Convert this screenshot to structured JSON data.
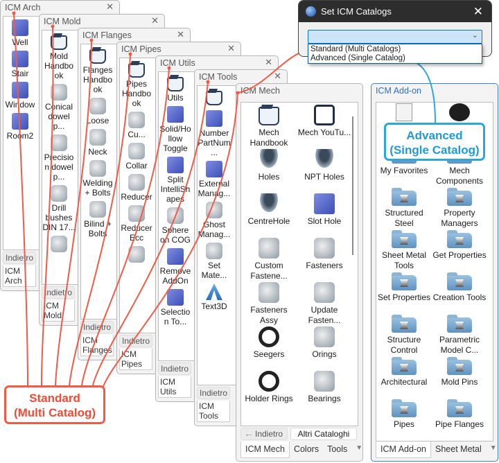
{
  "back_label": "Indietro",
  "more_label": "Altri Cataloghi",
  "panels": [
    {
      "id": "arch",
      "title": "ICM Arch",
      "tabs": [
        "ICM Arch"
      ],
      "items": [
        {
          "label": "Well",
          "icon": "blue"
        },
        {
          "label": "",
          "icon": ""
        },
        {
          "label": "Stair",
          "icon": "blue"
        },
        {
          "label": "",
          "icon": ""
        },
        {
          "label": "Window",
          "icon": "blue"
        },
        {
          "label": "",
          "icon": ""
        },
        {
          "label": "Room2",
          "icon": "blue"
        }
      ]
    },
    {
      "id": "mold",
      "title": "ICM Mold",
      "tabs": [
        "ICM Mold"
      ],
      "items": [
        {
          "label": "Mold Handbook",
          "icon": "hb"
        },
        {
          "label": "",
          "icon": ""
        },
        {
          "label": "Conical dowel p...",
          "icon": "part"
        },
        {
          "label": "",
          "icon": ""
        },
        {
          "label": "Precision dowel p...",
          "icon": "part"
        },
        {
          "label": "",
          "icon": ""
        },
        {
          "label": "Drill bushes DIN 17...",
          "icon": "part"
        },
        {
          "label": "",
          "icon": ""
        },
        {
          "label": "",
          "icon": "part"
        }
      ]
    },
    {
      "id": "flanges",
      "title": "ICM Flanges",
      "tabs": [
        "ICM Flanges"
      ],
      "items": [
        {
          "label": "Flanges Handbook",
          "icon": "hb"
        },
        {
          "label": "",
          "icon": ""
        },
        {
          "label": "Loose",
          "icon": "part"
        },
        {
          "label": "",
          "icon": ""
        },
        {
          "label": "Neck",
          "icon": "part"
        },
        {
          "label": "",
          "icon": ""
        },
        {
          "label": "Welding + Bolts",
          "icon": "part"
        },
        {
          "label": "",
          "icon": ""
        },
        {
          "label": "Bilind + Bolts",
          "icon": "part"
        }
      ]
    },
    {
      "id": "pipes",
      "title": "ICM Pipes",
      "tabs": [
        "ICM Pipes"
      ],
      "items": [
        {
          "label": "Pipes Handbook",
          "icon": "hb"
        },
        {
          "label": "",
          "icon": ""
        },
        {
          "label": "Cu...",
          "icon": "part"
        },
        {
          "label": "",
          "icon": ""
        },
        {
          "label": "Collar",
          "icon": "part"
        },
        {
          "label": "",
          "icon": ""
        },
        {
          "label": "Reducer",
          "icon": "part"
        },
        {
          "label": "",
          "icon": ""
        },
        {
          "label": "Reducer Ecc",
          "icon": "part"
        },
        {
          "label": "",
          "icon": ""
        },
        {
          "label": "",
          "icon": "part"
        }
      ]
    },
    {
      "id": "utils",
      "title": "ICM Utils",
      "tabs": [
        "ICM Utils"
      ],
      "items": [
        {
          "label": "Utils",
          "icon": "hb"
        },
        {
          "label": "",
          "icon": ""
        },
        {
          "label": "Solid/Hollow Toggle",
          "icon": "blue"
        },
        {
          "label": "",
          "icon": ""
        },
        {
          "label": "Split IntelliShapes",
          "icon": "blue"
        },
        {
          "label": "",
          "icon": ""
        },
        {
          "label": "Sphere on COG",
          "icon": "part"
        },
        {
          "label": "",
          "icon": ""
        },
        {
          "label": "Remove AddOn",
          "icon": "blue"
        },
        {
          "label": "",
          "icon": ""
        },
        {
          "label": "Selection To...",
          "icon": "blue"
        }
      ]
    },
    {
      "id": "tools",
      "title": "ICM Tools",
      "tabs": [
        "ICM Tools"
      ],
      "items": [
        {
          "label": "",
          "icon": "hb"
        },
        {
          "label": "",
          "icon": ""
        },
        {
          "label": "Number PartNum...",
          "icon": "blue"
        },
        {
          "label": "",
          "icon": ""
        },
        {
          "label": "External Manag...",
          "icon": "blue"
        },
        {
          "label": "",
          "icon": ""
        },
        {
          "label": "Ghost Manag...",
          "icon": "part"
        },
        {
          "label": "",
          "icon": ""
        },
        {
          "label": "Set Mate...",
          "icon": "part"
        },
        {
          "label": "",
          "icon": ""
        },
        {
          "label": "Text3D",
          "icon": "letter"
        }
      ]
    },
    {
      "id": "mech",
      "title": "ICM Mech",
      "tabs": [
        "ICM Mech",
        "Colors",
        "Tools"
      ],
      "items": [
        {
          "label": "Mech Handbook",
          "icon": "hb"
        },
        {
          "label": "Mech YouTu...",
          "icon": "yt"
        },
        {
          "label": "Holes",
          "icon": "hole"
        },
        {
          "label": "NPT Holes",
          "icon": "hole"
        },
        {
          "label": "CentreHole",
          "icon": "hole"
        },
        {
          "label": "Slot Hole",
          "icon": "blue"
        },
        {
          "label": "Custom Fastene...",
          "icon": "part"
        },
        {
          "label": "Fasteners",
          "icon": "part"
        },
        {
          "label": "Fasteners Assy",
          "icon": "part"
        },
        {
          "label": "Update Fasten...",
          "icon": "part"
        },
        {
          "label": "Seegers",
          "icon": "ring"
        },
        {
          "label": "Orings",
          "icon": "part"
        },
        {
          "label": "Holder Rings",
          "icon": "ring"
        },
        {
          "label": "Bearings",
          "icon": "part"
        }
      ]
    },
    {
      "id": "addon",
      "title": "ICM Add-on",
      "tabs": [
        "ICM Add-on",
        "Sheet Metal"
      ],
      "items": [
        {
          "label": "",
          "icon": "doc"
        },
        {
          "label": "",
          "icon": "www"
        },
        {
          "label": "My Favorites",
          "icon": "folder"
        },
        {
          "label": "Mech Components",
          "icon": "folder"
        },
        {
          "label": "Structured Steel",
          "icon": "folder"
        },
        {
          "label": "Property Managers",
          "icon": "folder"
        },
        {
          "label": "Sheet Metal Tools",
          "icon": "folder"
        },
        {
          "label": "Get Properties",
          "icon": "folder"
        },
        {
          "label": "Set Properties",
          "icon": "folder"
        },
        {
          "label": "Creation Tools",
          "icon": "folder"
        },
        {
          "label": "Structure Control",
          "icon": "folder"
        },
        {
          "label": "Parametric Model C...",
          "icon": "folder"
        },
        {
          "label": "Architectural",
          "icon": "folder"
        },
        {
          "label": "Mold Pins",
          "icon": "folder"
        },
        {
          "label": "Pipes",
          "icon": "folder"
        },
        {
          "label": "Pipe Flanges",
          "icon": "folder"
        }
      ]
    }
  ],
  "dialog": {
    "title": "Set ICM Catalogs",
    "close": "✕",
    "combo_value": "",
    "options": [
      "Standard (Multi Catalogs)",
      "Advanced (Single Catalog)"
    ]
  },
  "callouts": {
    "standard": [
      "Standard",
      "(Multi Catalog)"
    ],
    "advanced": [
      "Advanced",
      "(Single Catalog)"
    ]
  },
  "colors": {
    "standard": "#f05a46",
    "advanced": "#2aa7dc",
    "addon_accent": "#3d7fd6"
  }
}
